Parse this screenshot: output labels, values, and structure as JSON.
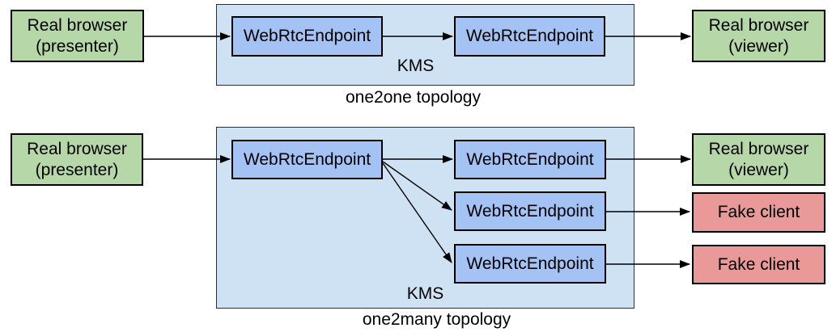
{
  "colors": {
    "real_browser_green": "#b6d7a8",
    "fake_client_red": "#ea9999",
    "kms_container_blue": "#cfe2f3",
    "webrtc_endpoint_blue": "#a4c2f4",
    "border_black": "#000000",
    "background_white": "#ffffff"
  },
  "top_diagram": {
    "presenter_label": "Real browser\n(presenter)",
    "endpoint1_label": "WebRtcEndpoint",
    "endpoint2_label": "WebRtcEndpoint",
    "kms_label": "KMS",
    "viewer_label": "Real browser\n(viewer)",
    "caption": "one2one topology",
    "edges": [
      {
        "from": "real-browser-presenter",
        "to": "webrtc-endpoint-1"
      },
      {
        "from": "webrtc-endpoint-1",
        "to": "webrtc-endpoint-2"
      },
      {
        "from": "webrtc-endpoint-2",
        "to": "real-browser-viewer"
      }
    ]
  },
  "bottom_diagram": {
    "presenter_label": "Real browser\n(presenter)",
    "source_endpoint_label": "WebRtcEndpoint",
    "endpoint_a_label": "WebRtcEndpoint",
    "endpoint_b_label": "WebRtcEndpoint",
    "endpoint_c_label": "WebRtcEndpoint",
    "kms_label": "KMS",
    "viewer_label": "Real browser\n(viewer)",
    "fake_client_1_label": "Fake client",
    "fake_client_2_label": "Fake client",
    "caption": "one2many topology",
    "edges": [
      {
        "from": "real-browser-presenter",
        "to": "source-webrtc-endpoint"
      },
      {
        "from": "source-webrtc-endpoint",
        "to": "webrtc-endpoint-a"
      },
      {
        "from": "source-webrtc-endpoint",
        "to": "webrtc-endpoint-b"
      },
      {
        "from": "source-webrtc-endpoint",
        "to": "webrtc-endpoint-c"
      },
      {
        "from": "webrtc-endpoint-a",
        "to": "real-browser-viewer"
      },
      {
        "from": "webrtc-endpoint-b",
        "to": "fake-client-1"
      },
      {
        "from": "webrtc-endpoint-c",
        "to": "fake-client-2"
      }
    ]
  }
}
